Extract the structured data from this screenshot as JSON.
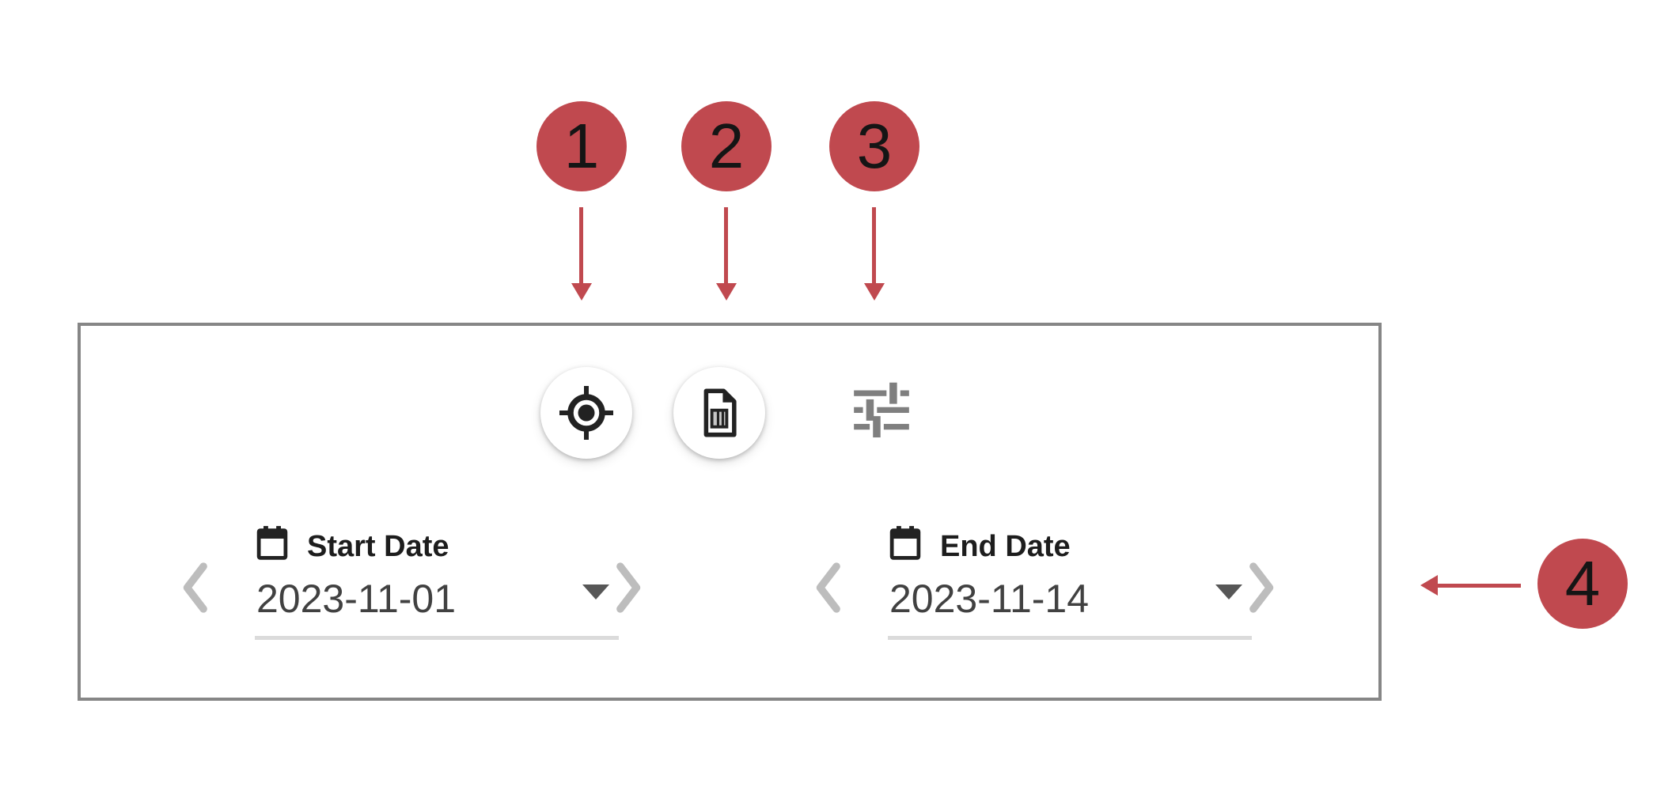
{
  "annotations": {
    "color": "#c0494f",
    "markers": [
      {
        "number": "1",
        "points_to": "locate-button"
      },
      {
        "number": "2",
        "points_to": "report-button"
      },
      {
        "number": "3",
        "points_to": "tune-button"
      },
      {
        "number": "4",
        "points_to": "date-filter-panel"
      }
    ]
  },
  "panel": {
    "toolbar": {
      "locate_button": {
        "icon": "gps-fixed-icon"
      },
      "report_button": {
        "icon": "document-report-icon"
      },
      "tune_button": {
        "icon": "tune-sliders-icon"
      }
    },
    "date_filters": {
      "start": {
        "icon": "calendar-icon",
        "label": "Start Date",
        "value": "2023-11-01",
        "prev_icon": "chevron-left-icon",
        "next_icon": "chevron-right-icon",
        "dropdown_icon": "caret-down-icon"
      },
      "end": {
        "icon": "calendar-icon",
        "label": "End Date",
        "value": "2023-11-14",
        "prev_icon": "chevron-left-icon",
        "next_icon": "chevron-right-icon",
        "dropdown_icon": "caret-down-icon"
      }
    }
  },
  "colors": {
    "annotation_red": "#c0494f",
    "panel_border": "#868686",
    "icon_dark": "#222222",
    "tune_gray": "#7f7f7f",
    "chevron_gray": "#bdbdbd",
    "underline_gray": "#dbdbdb",
    "label_text": "#1d1d1d",
    "value_text": "#414141"
  }
}
